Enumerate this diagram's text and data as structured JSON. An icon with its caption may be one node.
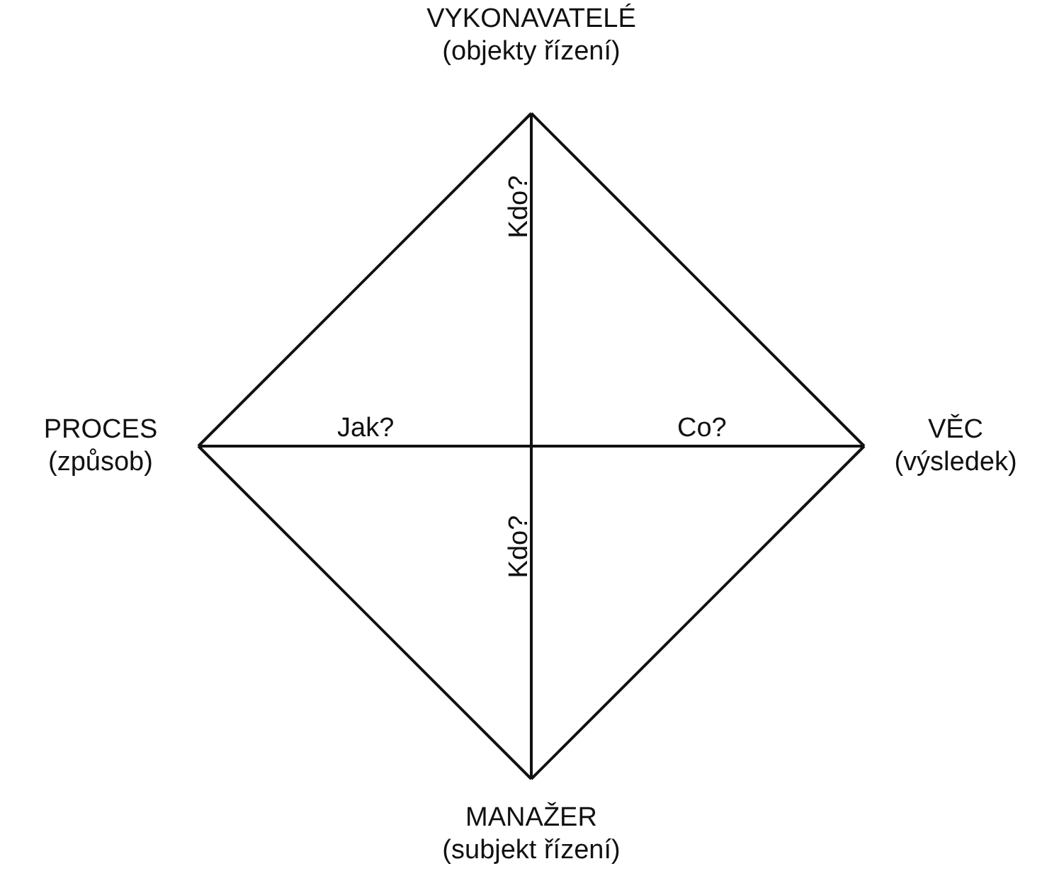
{
  "diagram": {
    "nodes": [
      {
        "text": [
          "VYKONAVATELÉ",
          "(objekty řízení)"
        ]
      },
      {
        "text": [
          "PROCES",
          "(způsob)"
        ]
      },
      {
        "text": [
          "VĚC",
          "(výsledek)"
        ]
      },
      {
        "text": [
          "MANAŽER",
          "(subjekt řízení)"
        ]
      }
    ],
    "edges": [
      {
        "from": 0,
        "to": 1,
        "arrow": "none"
      },
      {
        "from": 0,
        "to": 2,
        "arrow": "none"
      },
      {
        "from": 1,
        "to": 3,
        "arrow": "none"
      },
      {
        "from": 2,
        "to": 3,
        "arrow": "none"
      },
      {
        "from": 0,
        "to": 3,
        "arrow": "none"
      },
      {
        "from": 1,
        "to": 2,
        "arrow": "none"
      }
    ],
    "labels": [
      "Kdo?",
      "Jak?",
      "Co?",
      "Kdo?"
    ]
  }
}
